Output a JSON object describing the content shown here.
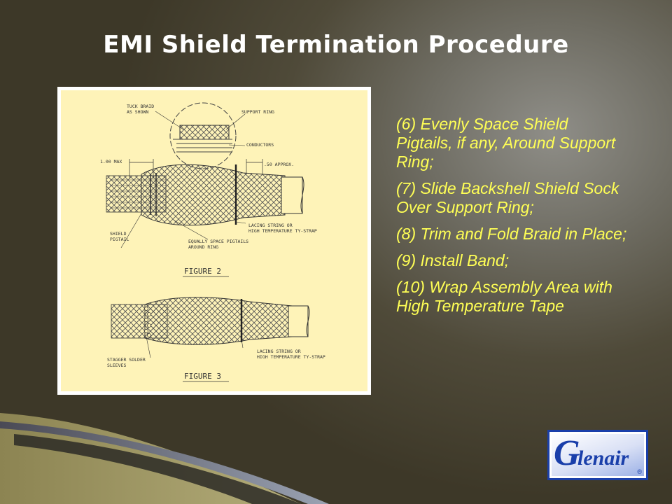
{
  "slide": {
    "title": "EMI Shield Termination Procedure",
    "steps": [
      "(6) Evenly Space Shield Pigtails, if any, Around Support Ring;",
      "(7) Slide Backshell Shield Sock Over Support Ring;",
      "(8) Trim and Fold Braid in Place;",
      "(9) Install Band;",
      "(10) Wrap Assembly Area with High Temperature Tape"
    ],
    "text_color": "#ffff55"
  },
  "figure": {
    "background": "#fef3b8",
    "labels": {
      "tuck_braid_1": "TUCK BRAID",
      "tuck_braid_2": "AS SHOWN",
      "support_ring": "SUPPORT RING",
      "conductors": "CONDUCTORS",
      "max": "1.00 MAX",
      "approx": ".50 APPROX.",
      "shield_pigtail_1": "SHIELD",
      "shield_pigtail_2": "PIGTAIL",
      "equally_space_1": "EQUALLY SPACE PIGTAILS",
      "equally_space_2": "AROUND RING",
      "lacing_1a": "LACING STRING OR",
      "lacing_1b": "HIGH TEMPERATURE TY-STRAP",
      "figure2": "FIGURE 2",
      "stagger_1": "STAGGER SOLDER",
      "stagger_2": "SLEEVES",
      "lacing_2a": "LACING STRING OR",
      "lacing_2b": "HIGH TEMPERATURE TY-STRAP",
      "figure3": "FIGURE 3"
    }
  },
  "logo": {
    "initial": "G",
    "rest": "lenair",
    "mark": "®",
    "color": "#1a3faa"
  }
}
